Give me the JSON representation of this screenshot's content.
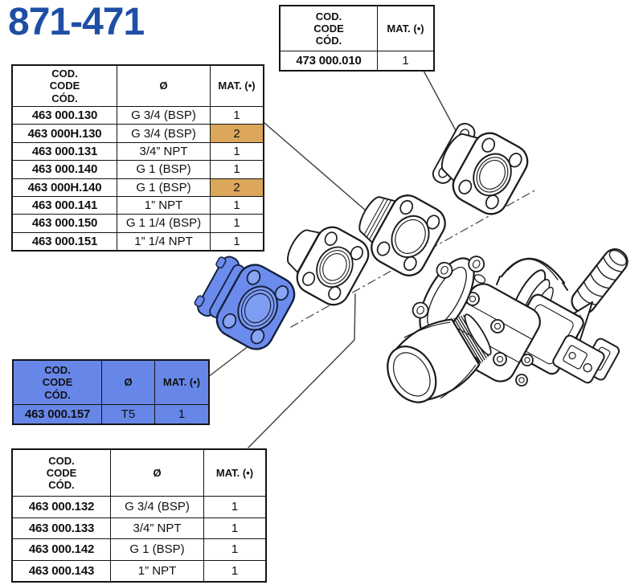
{
  "title": "871-471",
  "colors": {
    "title_blue": "#1e4fa5",
    "highlight_blue": "#6787e8",
    "highlight_orange": "#dca75a",
    "line_art": "#1c1c1c"
  },
  "tables": {
    "left": {
      "headers": {
        "code": "COD.\nCODE\nCÓD.",
        "diameter": "Ø",
        "mat": "MAT. (•)"
      },
      "rows": [
        {
          "code": "463 000.130",
          "diameter": "G 3/4 (BSP)",
          "mat": "1",
          "highlighted": false
        },
        {
          "code": "463 000H.130",
          "diameter": "G 3/4 (BSP)",
          "mat": "2",
          "highlighted": true
        },
        {
          "code": "463 000.131",
          "diameter": "3/4” NPT",
          "mat": "1",
          "highlighted": false
        },
        {
          "code": "463 000.140",
          "diameter": "G 1 (BSP)",
          "mat": "1",
          "highlighted": false
        },
        {
          "code": "463 000H.140",
          "diameter": "G 1 (BSP)",
          "mat": "2",
          "highlighted": true
        },
        {
          "code": "463 000.141",
          "diameter": "1” NPT",
          "mat": "1",
          "highlighted": false
        },
        {
          "code": "463 000.150",
          "diameter": "G 1 1/4 (BSP)",
          "mat": "1",
          "highlighted": false
        },
        {
          "code": "463 000.151",
          "diameter": "1” 1/4 NPT",
          "mat": "1",
          "highlighted": false
        }
      ]
    },
    "top_right": {
      "headers": {
        "code": "COD.\nCODE\nCÓD.",
        "mat": "MAT. (•)"
      },
      "rows": [
        {
          "code": "473 000.010",
          "mat": "1"
        }
      ]
    },
    "blue": {
      "headers": {
        "code": "COD.\nCODE\nCÓD.",
        "diameter": "Ø",
        "mat": "MAT. (•)"
      },
      "rows": [
        {
          "code": "463 000.157",
          "diameter": "T5",
          "mat": "1"
        }
      ]
    },
    "bottom": {
      "headers": {
        "code": "COD.\nCODE\nCÓD.",
        "diameter": "Ø",
        "mat": "MAT. (•)"
      },
      "rows": [
        {
          "code": "463 000.132",
          "diameter": "G 3/4 (BSP)",
          "mat": "1"
        },
        {
          "code": "463 000.133",
          "diameter": "3/4” NPT",
          "mat": "1"
        },
        {
          "code": "463 000.142",
          "diameter": "G 1 (BSP)",
          "mat": "1"
        },
        {
          "code": "463 000.143",
          "diameter": "1” NPT",
          "mat": "1"
        }
      ]
    }
  },
  "diagram": {
    "axis_style": "dash-dot",
    "highlighted_part_code": "463 000.157",
    "parts": [
      "top-adapter-flange",
      "threaded-flange",
      "plain-flange",
      "highlighted-flange",
      "pump-assembly"
    ]
  }
}
